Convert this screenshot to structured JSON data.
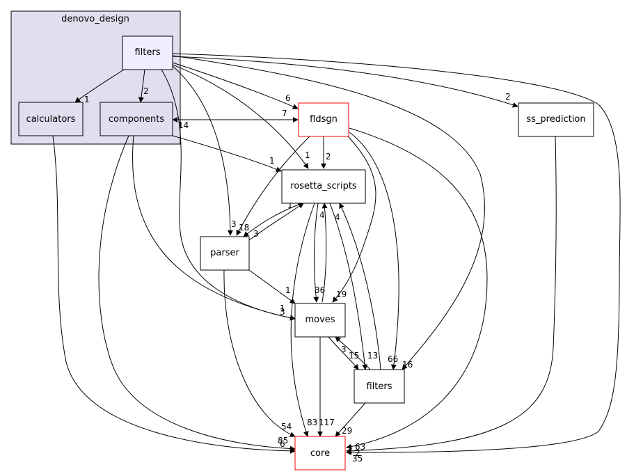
{
  "cluster": {
    "label": "denovo_design",
    "fill": "#dfdfef",
    "stroke": "#000000"
  },
  "nodes": {
    "filters_inner": {
      "label": "filters",
      "fill": "#eeeeff",
      "stroke": "#000000"
    },
    "calculators": {
      "label": "calculators",
      "fill": "#dfdfef",
      "stroke": "#000000"
    },
    "components": {
      "label": "components",
      "fill": "#dfdfef",
      "stroke": "#000000"
    },
    "fldsgn": {
      "label": "fldsgn",
      "fill": "#ffffff",
      "stroke": "#ff0000"
    },
    "ss_prediction": {
      "label": "ss_prediction",
      "fill": "#ffffff",
      "stroke": "#000000"
    },
    "rosetta_scripts": {
      "label": "rosetta_scripts",
      "fill": "#ffffff",
      "stroke": "#000000"
    },
    "parser": {
      "label": "parser",
      "fill": "#ffffff",
      "stroke": "#000000"
    },
    "moves": {
      "label": "moves",
      "fill": "#ffffff",
      "stroke": "#000000"
    },
    "filters_outer": {
      "label": "filters",
      "fill": "#ffffff",
      "stroke": "#000000"
    },
    "core": {
      "label": "core",
      "fill": "#ffffff",
      "stroke": "#ff0000"
    }
  },
  "edge_labels": {
    "fi_calc": "1",
    "fi_comp": "2",
    "fi_fldsgn": "6",
    "fi_ss": "2",
    "fi_rs": "1",
    "fi_parser": "3",
    "fi_moves": "3",
    "fi_filters": "16",
    "fi_core": "35",
    "comp_fldsgn": "7",
    "fldsgn_comp": "14",
    "comp_rs": "1",
    "comp_moves": "1",
    "comp_core": "6",
    "calc_core": "85",
    "fld_rs": "2",
    "fld_parser": "18",
    "fld_moves": "19",
    "fld_filters": "66",
    "fld_core": "63",
    "ss_core": "2",
    "rs_parser": "3",
    "parser_rs": "1",
    "rs_moves": "36",
    "moves_rs": "4",
    "rs_filters": "13",
    "filters_rs": "4",
    "rs_core": "83",
    "parser_moves": "1",
    "parser_core": "54",
    "moves_filters": "15",
    "filters_moves": "3",
    "moves_core": "117",
    "filters_core": "29"
  }
}
